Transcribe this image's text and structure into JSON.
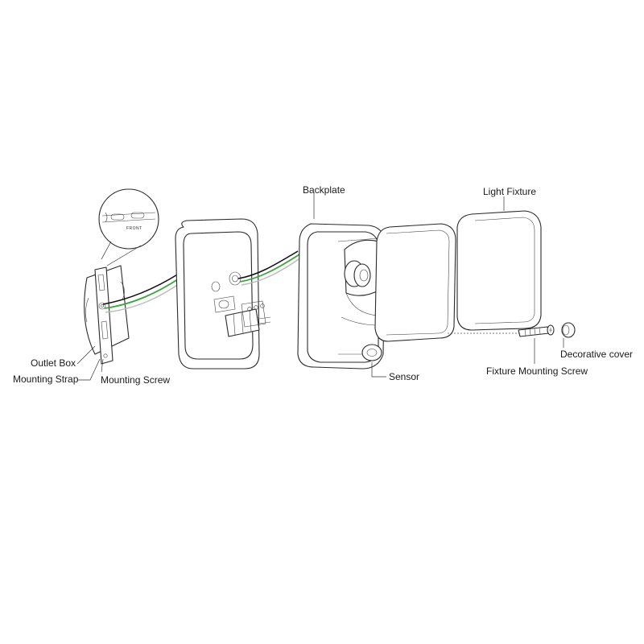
{
  "diagram": {
    "labels": {
      "backplate": "Backplate",
      "light_fixture": "Light Fixture",
      "outlet_box": "Outlet Box",
      "mounting_strap": "Mounting Strap",
      "mounting_screw": "Mounting Screw",
      "sensor": "Sensor",
      "fixture_mounting_screw": "Fixture Mounting Screw",
      "decorative_cover": "Decorative cover"
    },
    "inset_text": "FRONT"
  },
  "colors": {
    "line": "#2a2a2a",
    "wire_green": "#3aa63a",
    "wire_black": "#111111",
    "wire_white": "#bbbbbb"
  }
}
